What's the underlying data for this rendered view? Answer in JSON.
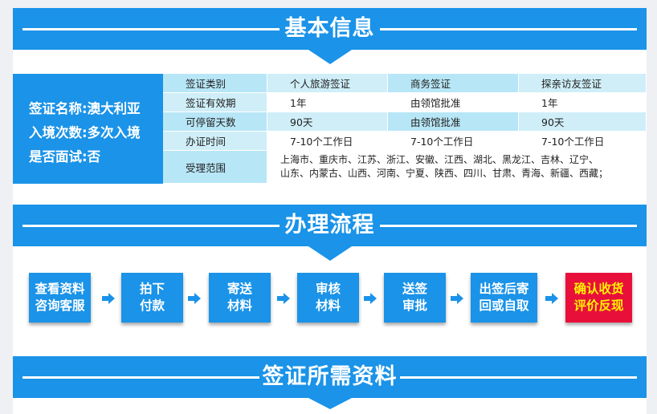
{
  "sections": {
    "basic_info": "基本信息",
    "process": "办理流程",
    "materials": "签证所需资料"
  },
  "visa_summary": {
    "name": "签证名称:澳大利亚",
    "entries": "入境次数:多次入境",
    "interview": "是否面试:否"
  },
  "table": {
    "rows": [
      {
        "label": "签证类别",
        "v1": "个人旅游签证",
        "v2": "商务签证",
        "v3": "探亲访友签证"
      },
      {
        "label": "签证有效期",
        "v1": "1年",
        "v2": "由领馆批准",
        "v3": "1年"
      },
      {
        "label": "可停留天数",
        "v1": "90天",
        "v2": "由领馆批准",
        "v3": "90天"
      },
      {
        "label": "办证时间",
        "v1": "7-10个工作日",
        "v2": "7-10个工作日",
        "v3": "7-10个工作日"
      }
    ],
    "scope_label": "受理范围",
    "scope_line1": "上海市、重庆市、江苏、浙江、安徽、江西、湖北、黑龙江、吉林、辽宁、",
    "scope_line2": "山东、内蒙古、山西、河南、宁夏、陕西、四川、甘肃、青海、新疆、西藏；"
  },
  "steps": [
    {
      "line1": "查看资料",
      "line2": "咨询客服"
    },
    {
      "line1": "拍下",
      "line2": "付款"
    },
    {
      "line1": "寄送",
      "line2": "材料"
    },
    {
      "line1": "审核",
      "line2": "材料"
    },
    {
      "line1": "送签",
      "line2": "审批"
    },
    {
      "line1": "出签后寄",
      "line2": "回或自取"
    },
    {
      "line1": "确认收货",
      "line2": "评价反现"
    }
  ],
  "colors": {
    "brand_blue": "#1a93e8",
    "highlight_red": "#e8103b",
    "highlight_text": "#fff200"
  }
}
